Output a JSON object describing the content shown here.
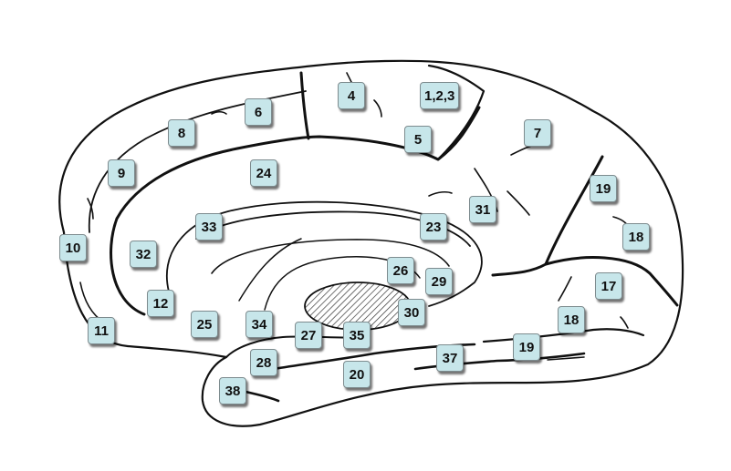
{
  "diagram": {
    "labels": [
      {
        "id": "a4",
        "text": "4"
      },
      {
        "id": "a123",
        "text": "1,2,3"
      },
      {
        "id": "a6",
        "text": "6"
      },
      {
        "id": "a8",
        "text": "8"
      },
      {
        "id": "a5",
        "text": "5"
      },
      {
        "id": "a7",
        "text": "7"
      },
      {
        "id": "a9",
        "text": "9"
      },
      {
        "id": "a24",
        "text": "24"
      },
      {
        "id": "a19a",
        "text": "19"
      },
      {
        "id": "a31",
        "text": "31"
      },
      {
        "id": "a33",
        "text": "33"
      },
      {
        "id": "a23",
        "text": "23"
      },
      {
        "id": "a18a",
        "text": "18"
      },
      {
        "id": "a10",
        "text": "10"
      },
      {
        "id": "a32",
        "text": "32"
      },
      {
        "id": "a26",
        "text": "26"
      },
      {
        "id": "a29",
        "text": "29"
      },
      {
        "id": "a17",
        "text": "17"
      },
      {
        "id": "a12",
        "text": "12"
      },
      {
        "id": "a30",
        "text": "30"
      },
      {
        "id": "a18b",
        "text": "18"
      },
      {
        "id": "a11",
        "text": "11"
      },
      {
        "id": "a25",
        "text": "25"
      },
      {
        "id": "a34",
        "text": "34"
      },
      {
        "id": "a27",
        "text": "27"
      },
      {
        "id": "a35",
        "text": "35"
      },
      {
        "id": "a19b",
        "text": "19"
      },
      {
        "id": "a37",
        "text": "37"
      },
      {
        "id": "a28",
        "text": "28"
      },
      {
        "id": "a20",
        "text": "20"
      },
      {
        "id": "a38",
        "text": "38"
      }
    ],
    "colors": {
      "label_fill": "#c7e6ea",
      "label_border": "#7d8b8e",
      "outline": "#111111",
      "hatch": "#333333"
    }
  }
}
